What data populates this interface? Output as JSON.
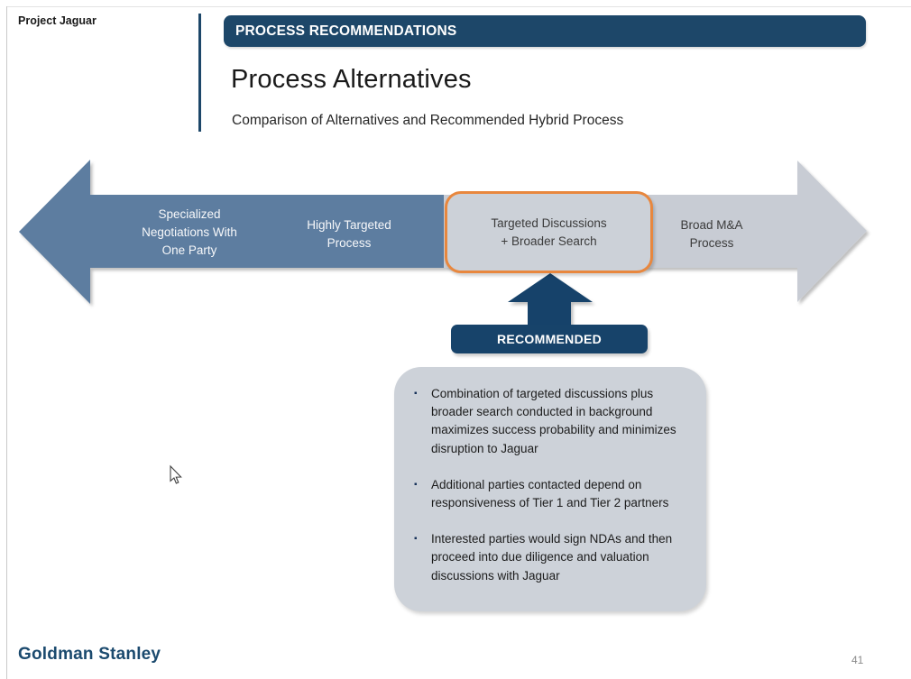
{
  "slide": {
    "project_label": "Project Jaguar",
    "footer_brand": "Goldman Stanley",
    "page_number": "41"
  },
  "header": {
    "kicker": "PROCESS RECOMMENDATIONS",
    "title": "Process Alternatives",
    "subtitle": "Comparison of Alternatives and Recommended Hybrid Process"
  },
  "spectrum": {
    "segments": [
      {
        "label": "Specialized\nNegotiations With\nOne Party",
        "side": "targeted-blue"
      },
      {
        "label": "Highly Targeted\nProcess",
        "side": "targeted-blue"
      },
      {
        "label": "Targeted Discussions\n+ Broader Search",
        "side": "broad-gray",
        "highlighted": true
      },
      {
        "label": "Broad M&A\nProcess",
        "side": "broad-gray"
      }
    ],
    "recommended_label": "RECOMMENDED"
  },
  "callout": {
    "bullet_glyph": "▪",
    "items": [
      "Combination of targeted discussions plus broader search conducted in background maximizes success probability and minimizes disruption to Jaguar",
      "Additional parties contacted depend on responsiveness of Tier 1 and Tier 2 partners",
      "Interested parties would sign NDAs and then proceed into due diligence and valuation discussions with Jaguar"
    ]
  },
  "colors": {
    "navy": "#1d4769",
    "navy_dark": "#17436a",
    "steel_blue": "#5d7da0",
    "light_gray_arrow": "#c8ccd4",
    "callout_gray": "#cdd2d9",
    "highlight_orange": "#e8873e"
  }
}
